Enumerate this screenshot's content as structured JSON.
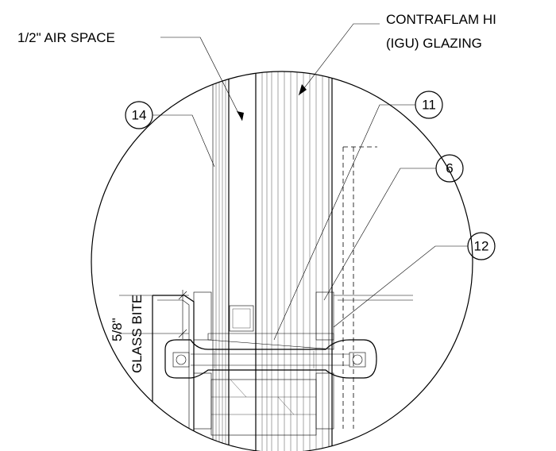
{
  "callouts": {
    "air_space": "1/2\" AIR SPACE",
    "glazing_line1": "CONTRAFLAM HI",
    "glazing_line2": "(IGU) GLAZING",
    "glass_bite_dim": "5/8\"",
    "glass_bite_label": "GLASS BITE"
  },
  "tags": [
    {
      "id": "tag-14",
      "text": "14"
    },
    {
      "id": "tag-11",
      "text": "11"
    },
    {
      "id": "tag-6",
      "text": "6"
    },
    {
      "id": "tag-12",
      "text": "12"
    }
  ],
  "colors": {
    "line": "#000000",
    "background": "#ffffff"
  }
}
